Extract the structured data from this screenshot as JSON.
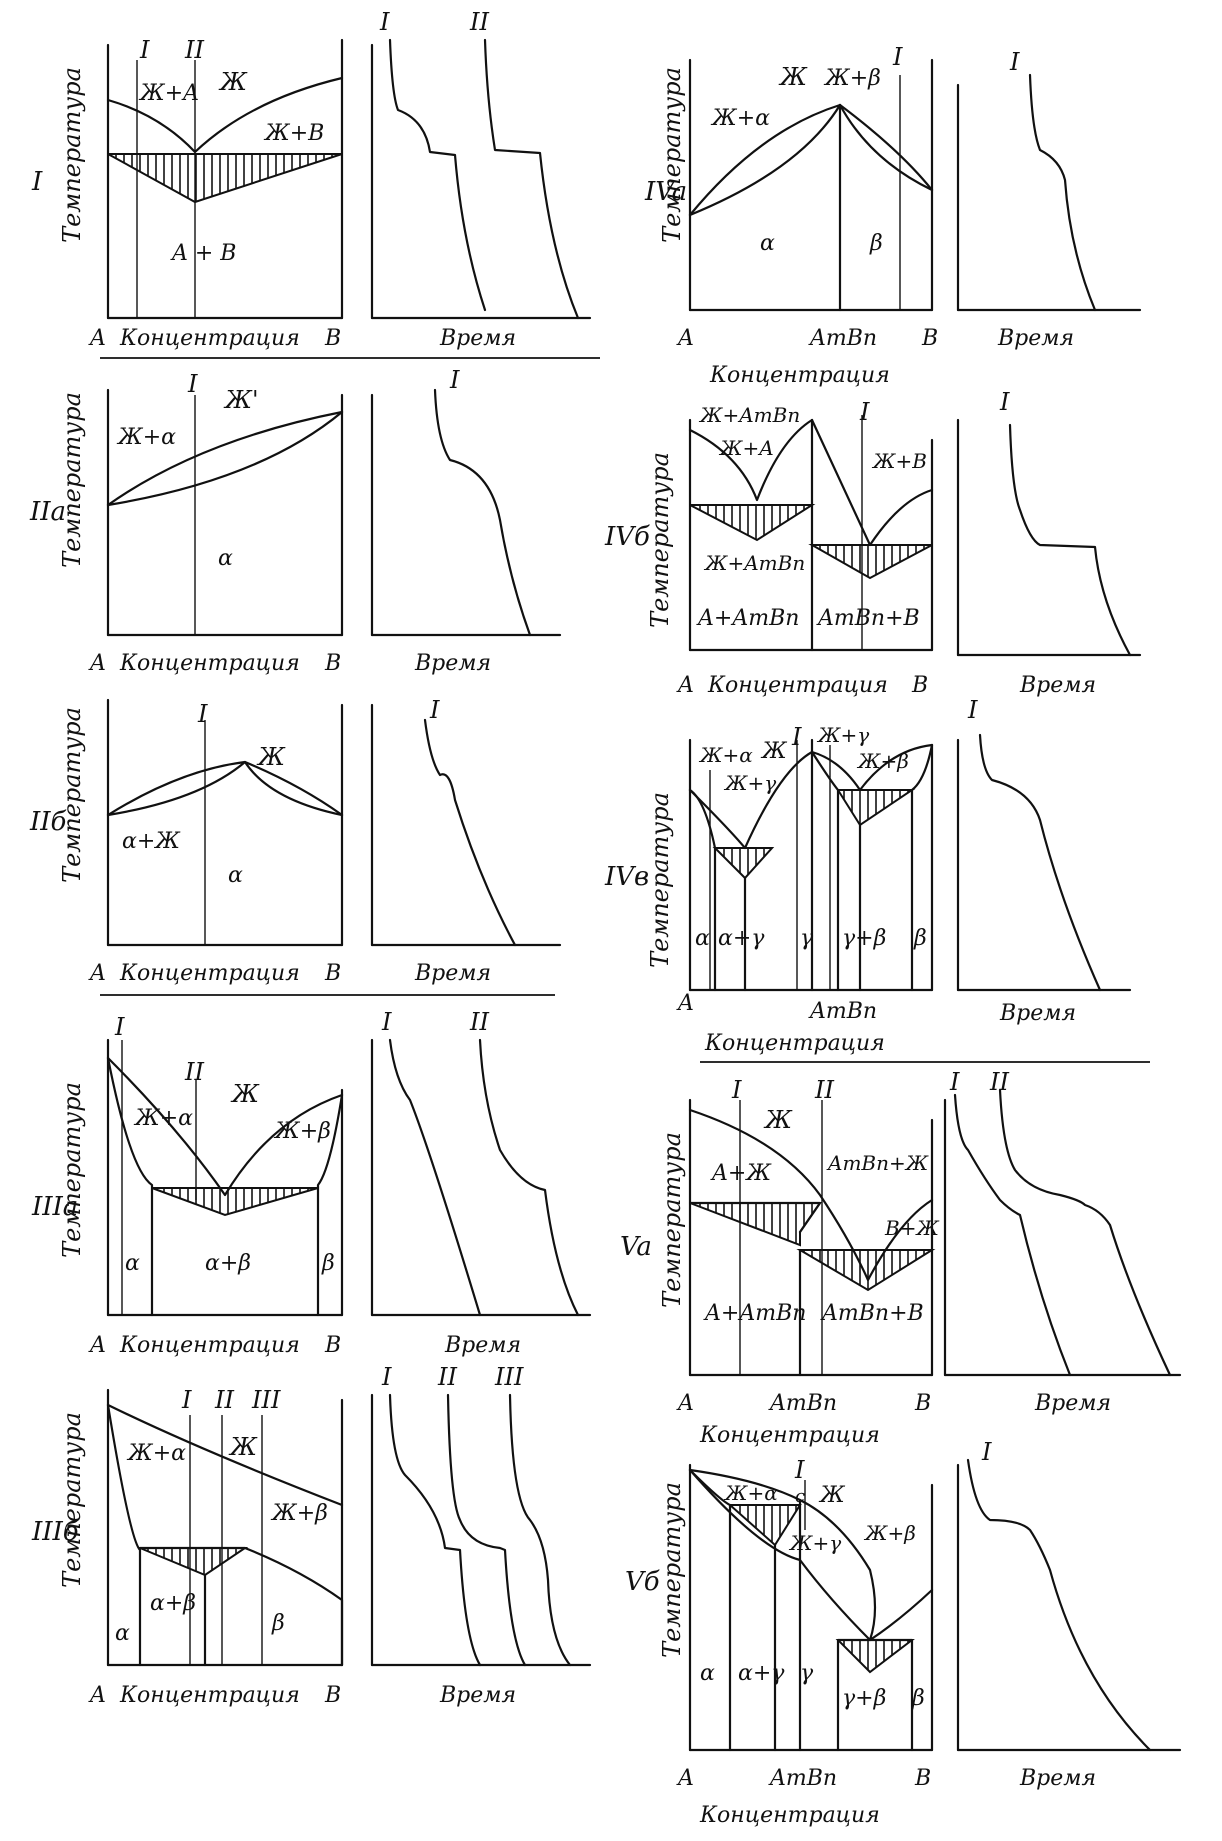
{
  "labels": {
    "temperature": "Температура",
    "concentration": "Концентрация",
    "time": "Время",
    "A": "A",
    "B": "B",
    "AmBn": "AmBn",
    "I": "I",
    "II": "II",
    "III": "III",
    "c": "c"
  },
  "panels": {
    "p1": {
      "tag": "I",
      "liquid": "Ж",
      "l_plus_a": "Ж+A",
      "l_plus_b": "Ж+B",
      "solid": "A + B"
    },
    "p2a": {
      "tag": "IIa",
      "liquid": "Ж'",
      "l_plus_alpha": "Ж+α",
      "solid": "α"
    },
    "p2b": {
      "tag": "IIб",
      "liquid": "Ж",
      "alpha_plus_l": "α+Ж",
      "solid": "α"
    },
    "p3a": {
      "tag": "IIIa",
      "liquid": "Ж",
      "l_plus_alpha": "Ж+α",
      "l_plus_beta": "Ж+β",
      "alpha": "α",
      "alpha_beta": "α+β",
      "beta": "β"
    },
    "p3b": {
      "tag": "IIIб",
      "liquid": "Ж",
      "l_plus_alpha": "Ж+α",
      "l_plus_beta": "Ж+β",
      "alpha": "α",
      "alpha_beta": "α+β",
      "beta": "β"
    },
    "p4a": {
      "tag": "IVa",
      "liquid": "Ж",
      "l_plus_alpha": "Ж+α",
      "l_plus_beta": "Ж+β",
      "alpha": "α",
      "beta": "β"
    },
    "p4b": {
      "tag": "IVб",
      "l_plus_ambn": "Ж+AmBn",
      "l_plus_a": "Ж+A",
      "l_plus_b": "Ж+B",
      "l_plus_ambn2": "Ж+AmBn",
      "a_ambn": "A+AmBn",
      "ambn_b": "AmBn+B"
    },
    "p4v": {
      "tag": "IVв",
      "liquid": "Ж",
      "l_plus_alpha": "Ж+α",
      "l_plus_gamma": "Ж+γ",
      "l_plus_gamma2": "Ж+γ",
      "l_plus_beta": "Ж+β",
      "alpha": "α",
      "alpha_gamma": "α+γ",
      "gamma": "γ",
      "gamma_beta": "γ+β",
      "beta": "β"
    },
    "p5a": {
      "tag": "Va",
      "liquid": "Ж",
      "a_plus_l": "A+Ж",
      "ambn_plus_l": "AmBn+Ж",
      "b_plus_l": "B+Ж",
      "a_ambn": "A+AmBn",
      "ambn_b": "AmBn+B"
    },
    "p5b": {
      "tag": "Vб",
      "liquid": "Ж",
      "l_plus_alpha": "Ж+α",
      "l_plus_gamma": "Ж+γ",
      "l_plus_beta": "Ж+β",
      "alpha": "α",
      "alpha_gamma": "α+γ",
      "gamma": "γ",
      "gamma_beta": "γ+β",
      "beta": "β"
    }
  }
}
